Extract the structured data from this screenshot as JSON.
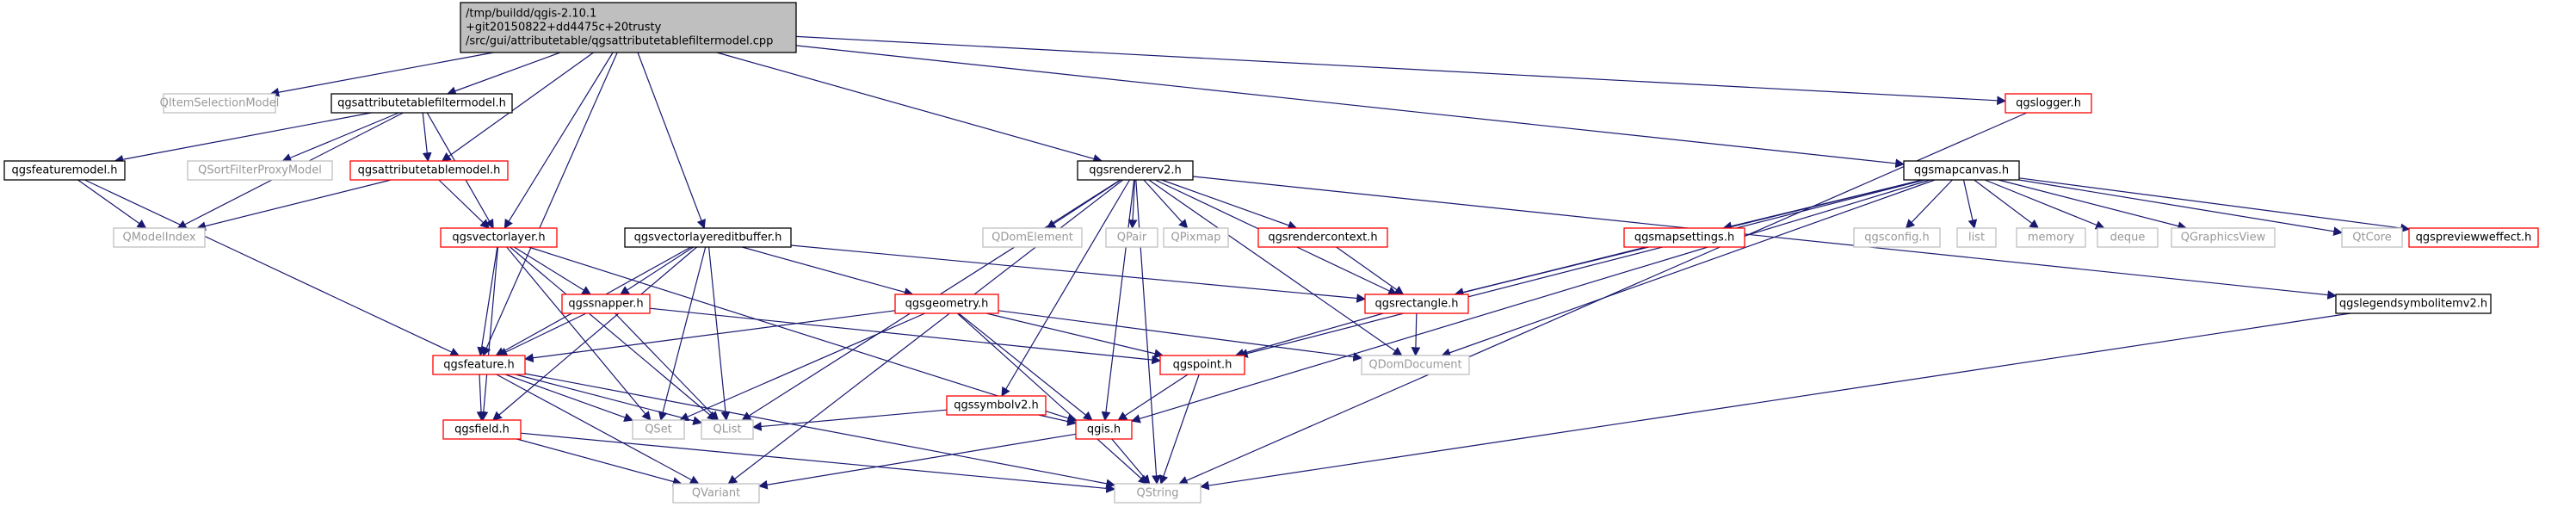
{
  "colors": {
    "edge": "#191970",
    "root_fill": "#bfbfbf",
    "root_border": "#000000",
    "documented_border": "#000000",
    "incomplete_border": "#ff0000",
    "external_border": "#bfbfbf",
    "external_text": "#999999",
    "text": "#000000"
  },
  "nodes": [
    {
      "id": "root",
      "kind": "root",
      "lines": [
        "/tmp/buildd/qgis-2.10.1",
        "+git20150822+dd4475c+20trusty",
        "/src/gui/attributetable/qgsattributetablefiltermodel.cpp"
      ]
    },
    {
      "id": "qitemselectionmodel",
      "kind": "external",
      "lines": [
        "QItemSelectionModel"
      ]
    },
    {
      "id": "qgsattributetablefiltermodel",
      "kind": "documented",
      "lines": [
        "qgsattributetablefiltermodel.h"
      ]
    },
    {
      "id": "qgsrendererv2",
      "kind": "documented",
      "lines": [
        "qgsrendererv2.h"
      ]
    },
    {
      "id": "qgsmapcanvas",
      "kind": "documented",
      "lines": [
        "qgsmapcanvas.h"
      ]
    },
    {
      "id": "qgslogger",
      "kind": "incomplete",
      "lines": [
        "qgslogger.h"
      ]
    },
    {
      "id": "qgsfeaturemodel",
      "kind": "documented",
      "lines": [
        "qgsfeaturemodel.h"
      ]
    },
    {
      "id": "qsortfilterproxymodel",
      "kind": "external",
      "lines": [
        "QSortFilterProxyModel"
      ]
    },
    {
      "id": "qgsattributetablemodel",
      "kind": "incomplete",
      "lines": [
        "qgsattributetablemodel.h"
      ]
    },
    {
      "id": "qmodelindex",
      "kind": "external",
      "lines": [
        "QModelIndex"
      ]
    },
    {
      "id": "qgsvectorlayer",
      "kind": "incomplete",
      "lines": [
        "qgsvectorlayer.h"
      ]
    },
    {
      "id": "qgsvectorlayereditbuffer",
      "kind": "documented",
      "lines": [
        "qgsvectorlayereditbuffer.h"
      ]
    },
    {
      "id": "qdomelement",
      "kind": "external",
      "lines": [
        "QDomElement"
      ]
    },
    {
      "id": "qpair",
      "kind": "external",
      "lines": [
        "QPair"
      ]
    },
    {
      "id": "qpixmap",
      "kind": "external",
      "lines": [
        "QPixmap"
      ]
    },
    {
      "id": "qgsrendercontext",
      "kind": "incomplete",
      "lines": [
        "qgsrendercontext.h"
      ]
    },
    {
      "id": "qgsmapsettings",
      "kind": "incomplete",
      "lines": [
        "qgsmapsettings.h"
      ]
    },
    {
      "id": "qgsconfig",
      "kind": "external",
      "lines": [
        "qgsconfig.h"
      ]
    },
    {
      "id": "list",
      "kind": "external",
      "lines": [
        "list"
      ]
    },
    {
      "id": "memory",
      "kind": "external",
      "lines": [
        "memory"
      ]
    },
    {
      "id": "deque",
      "kind": "external",
      "lines": [
        "deque"
      ]
    },
    {
      "id": "qgraphicsview",
      "kind": "external",
      "lines": [
        "QGraphicsView"
      ]
    },
    {
      "id": "qtcore",
      "kind": "external",
      "lines": [
        "QtCore"
      ]
    },
    {
      "id": "qgspreviieweffect",
      "kind": "incomplete",
      "lines": [
        "qgspreviewweffect.h"
      ]
    },
    {
      "id": "qgssnapper",
      "kind": "incomplete",
      "lines": [
        "qgssnapper.h"
      ]
    },
    {
      "id": "qgsgeometry",
      "kind": "incomplete",
      "lines": [
        "qgsgeometry.h"
      ]
    },
    {
      "id": "qgsrectangle",
      "kind": "incomplete",
      "lines": [
        "qgsrectangle.h"
      ]
    },
    {
      "id": "qgslegendsymbolitemv2",
      "kind": "documented",
      "lines": [
        "qgslegendsymbolitemv2.h"
      ]
    },
    {
      "id": "qgsfeature",
      "kind": "incomplete",
      "lines": [
        "qgsfeature.h"
      ]
    },
    {
      "id": "qgspoint",
      "kind": "incomplete",
      "lines": [
        "qgspoint.h"
      ]
    },
    {
      "id": "qdomdocument",
      "kind": "external",
      "lines": [
        "QDomDocument"
      ]
    },
    {
      "id": "qgssymbolv2",
      "kind": "incomplete",
      "lines": [
        "qgssymbolv2.h"
      ]
    },
    {
      "id": "qgsfield",
      "kind": "incomplete",
      "lines": [
        "qgsfield.h"
      ]
    },
    {
      "id": "qset",
      "kind": "external",
      "lines": [
        "QSet"
      ]
    },
    {
      "id": "qlist",
      "kind": "external",
      "lines": [
        "QList"
      ]
    },
    {
      "id": "qgis",
      "kind": "incomplete",
      "lines": [
        "qgis.h"
      ]
    },
    {
      "id": "qvariant",
      "kind": "external",
      "lines": [
        "QVariant"
      ]
    },
    {
      "id": "qstring",
      "kind": "external",
      "lines": [
        "QString"
      ]
    }
  ],
  "edges": [
    [
      "root",
      "qitemselectionmodel"
    ],
    [
      "root",
      "qgsattributetablefiltermodel"
    ],
    [
      "root",
      "qgsrendererv2"
    ],
    [
      "root",
      "qgsmapcanvas"
    ],
    [
      "root",
      "qgslogger"
    ],
    [
      "root",
      "qgsattributetablemodel"
    ],
    [
      "root",
      "qgsvectorlayer"
    ],
    [
      "root",
      "qgsvectorlayereditbuffer"
    ],
    [
      "root",
      "qgsfeature"
    ],
    [
      "qgsattributetablefiltermodel",
      "qgsfeaturemodel"
    ],
    [
      "qgsattributetablefiltermodel",
      "qsortfilterproxymodel"
    ],
    [
      "qgsattributetablefiltermodel",
      "qgsattributetablemodel"
    ],
    [
      "qgsattributetablefiltermodel",
      "qmodelindex"
    ],
    [
      "qgsattributetablefiltermodel",
      "qgsvectorlayer"
    ],
    [
      "qgsfeaturemodel",
      "qmodelindex"
    ],
    [
      "qgsfeaturemodel",
      "qgsfeature"
    ],
    [
      "qgsattributetablemodel",
      "qmodelindex"
    ],
    [
      "qgsattributetablemodel",
      "qgsvectorlayer"
    ],
    [
      "qgsvectorlayer",
      "qgssnapper"
    ],
    [
      "qgsvectorlayer",
      "qgsfeature"
    ],
    [
      "qgsvectorlayer",
      "qgsfield"
    ],
    [
      "qgsvectorlayer",
      "qlist"
    ],
    [
      "qgsvectorlayer",
      "qset"
    ],
    [
      "qgsvectorlayer",
      "qgis"
    ],
    [
      "qgsvectorlayereditbuffer",
      "qgssnapper"
    ],
    [
      "qgsvectorlayereditbuffer",
      "qgsgeometry"
    ],
    [
      "qgsvectorlayereditbuffer",
      "qgsrectangle"
    ],
    [
      "qgsvectorlayereditbuffer",
      "qgsfeature"
    ],
    [
      "qgsvectorlayereditbuffer",
      "qgsfield"
    ],
    [
      "qgsvectorlayereditbuffer",
      "qlist"
    ],
    [
      "qgsvectorlayereditbuffer",
      "qset"
    ],
    [
      "qgsrendererv2",
      "qdomelement"
    ],
    [
      "qgsrendererv2",
      "qpair"
    ],
    [
      "qgsrendererv2",
      "qpixmap"
    ],
    [
      "qgsrendererv2",
      "qgsrendercontext"
    ],
    [
      "qgsrendererv2",
      "qgsrectangle"
    ],
    [
      "qgsrendererv2",
      "qgslegendsymbolitemv2"
    ],
    [
      "qgsrendererv2",
      "qdomdocument"
    ],
    [
      "qgsrendererv2",
      "qgssymbolv2"
    ],
    [
      "qgsrendererv2",
      "qgis"
    ],
    [
      "qgsrendererv2",
      "qstring"
    ],
    [
      "qgsrendererv2",
      "qvariant"
    ],
    [
      "qgsrendererv2",
      "qlist"
    ],
    [
      "qgsmapcanvas",
      "qgsmapsettings"
    ],
    [
      "qgsmapcanvas",
      "qgsconfig"
    ],
    [
      "qgsmapcanvas",
      "list"
    ],
    [
      "qgsmapcanvas",
      "memory"
    ],
    [
      "qgsmapcanvas",
      "deque"
    ],
    [
      "qgsmapcanvas",
      "qgraphicsview"
    ],
    [
      "qgsmapcanvas",
      "qtcore"
    ],
    [
      "qgsmapcanvas",
      "qgspreviieweffect"
    ],
    [
      "qgsmapcanvas",
      "qgsrectangle"
    ],
    [
      "qgsmapcanvas",
      "qgspoint"
    ],
    [
      "qgsmapcanvas",
      "qdomdocument"
    ],
    [
      "qgsmapcanvas",
      "qgis"
    ],
    [
      "qgslogger",
      "qstring"
    ],
    [
      "qgsrendercontext",
      "qgsrectangle"
    ],
    [
      "qgsmapsettings",
      "qgsrectangle"
    ],
    [
      "qgsrectangle",
      "qdomdocument"
    ],
    [
      "qgsrectangle",
      "qgspoint"
    ],
    [
      "qgslegendsymbolitemv2",
      "qstring"
    ],
    [
      "qgssnapper",
      "qgsfeature"
    ],
    [
      "qgssnapper",
      "qgspoint"
    ],
    [
      "qgssnapper",
      "qlist"
    ],
    [
      "qgsgeometry",
      "qgsfeature"
    ],
    [
      "qgsgeometry",
      "qgspoint"
    ],
    [
      "qgsgeometry",
      "qdomdocument"
    ],
    [
      "qgsgeometry",
      "qgis"
    ],
    [
      "qgsgeometry",
      "qstring"
    ],
    [
      "qgsgeometry",
      "qset"
    ],
    [
      "qgsfeature",
      "qgsfield"
    ],
    [
      "qgsfeature",
      "qset"
    ],
    [
      "qgsfeature",
      "qlist"
    ],
    [
      "qgsfeature",
      "qvariant"
    ],
    [
      "qgsfeature",
      "qstring"
    ],
    [
      "qgspoint",
      "qgis"
    ],
    [
      "qgspoint",
      "qstring"
    ],
    [
      "qgssymbolv2",
      "qgis"
    ],
    [
      "qgssymbolv2",
      "qlist"
    ],
    [
      "qgsfield",
      "qvariant"
    ],
    [
      "qgsfield",
      "qstring"
    ],
    [
      "qgis",
      "qvariant"
    ],
    [
      "qgis",
      "qstring"
    ]
  ]
}
